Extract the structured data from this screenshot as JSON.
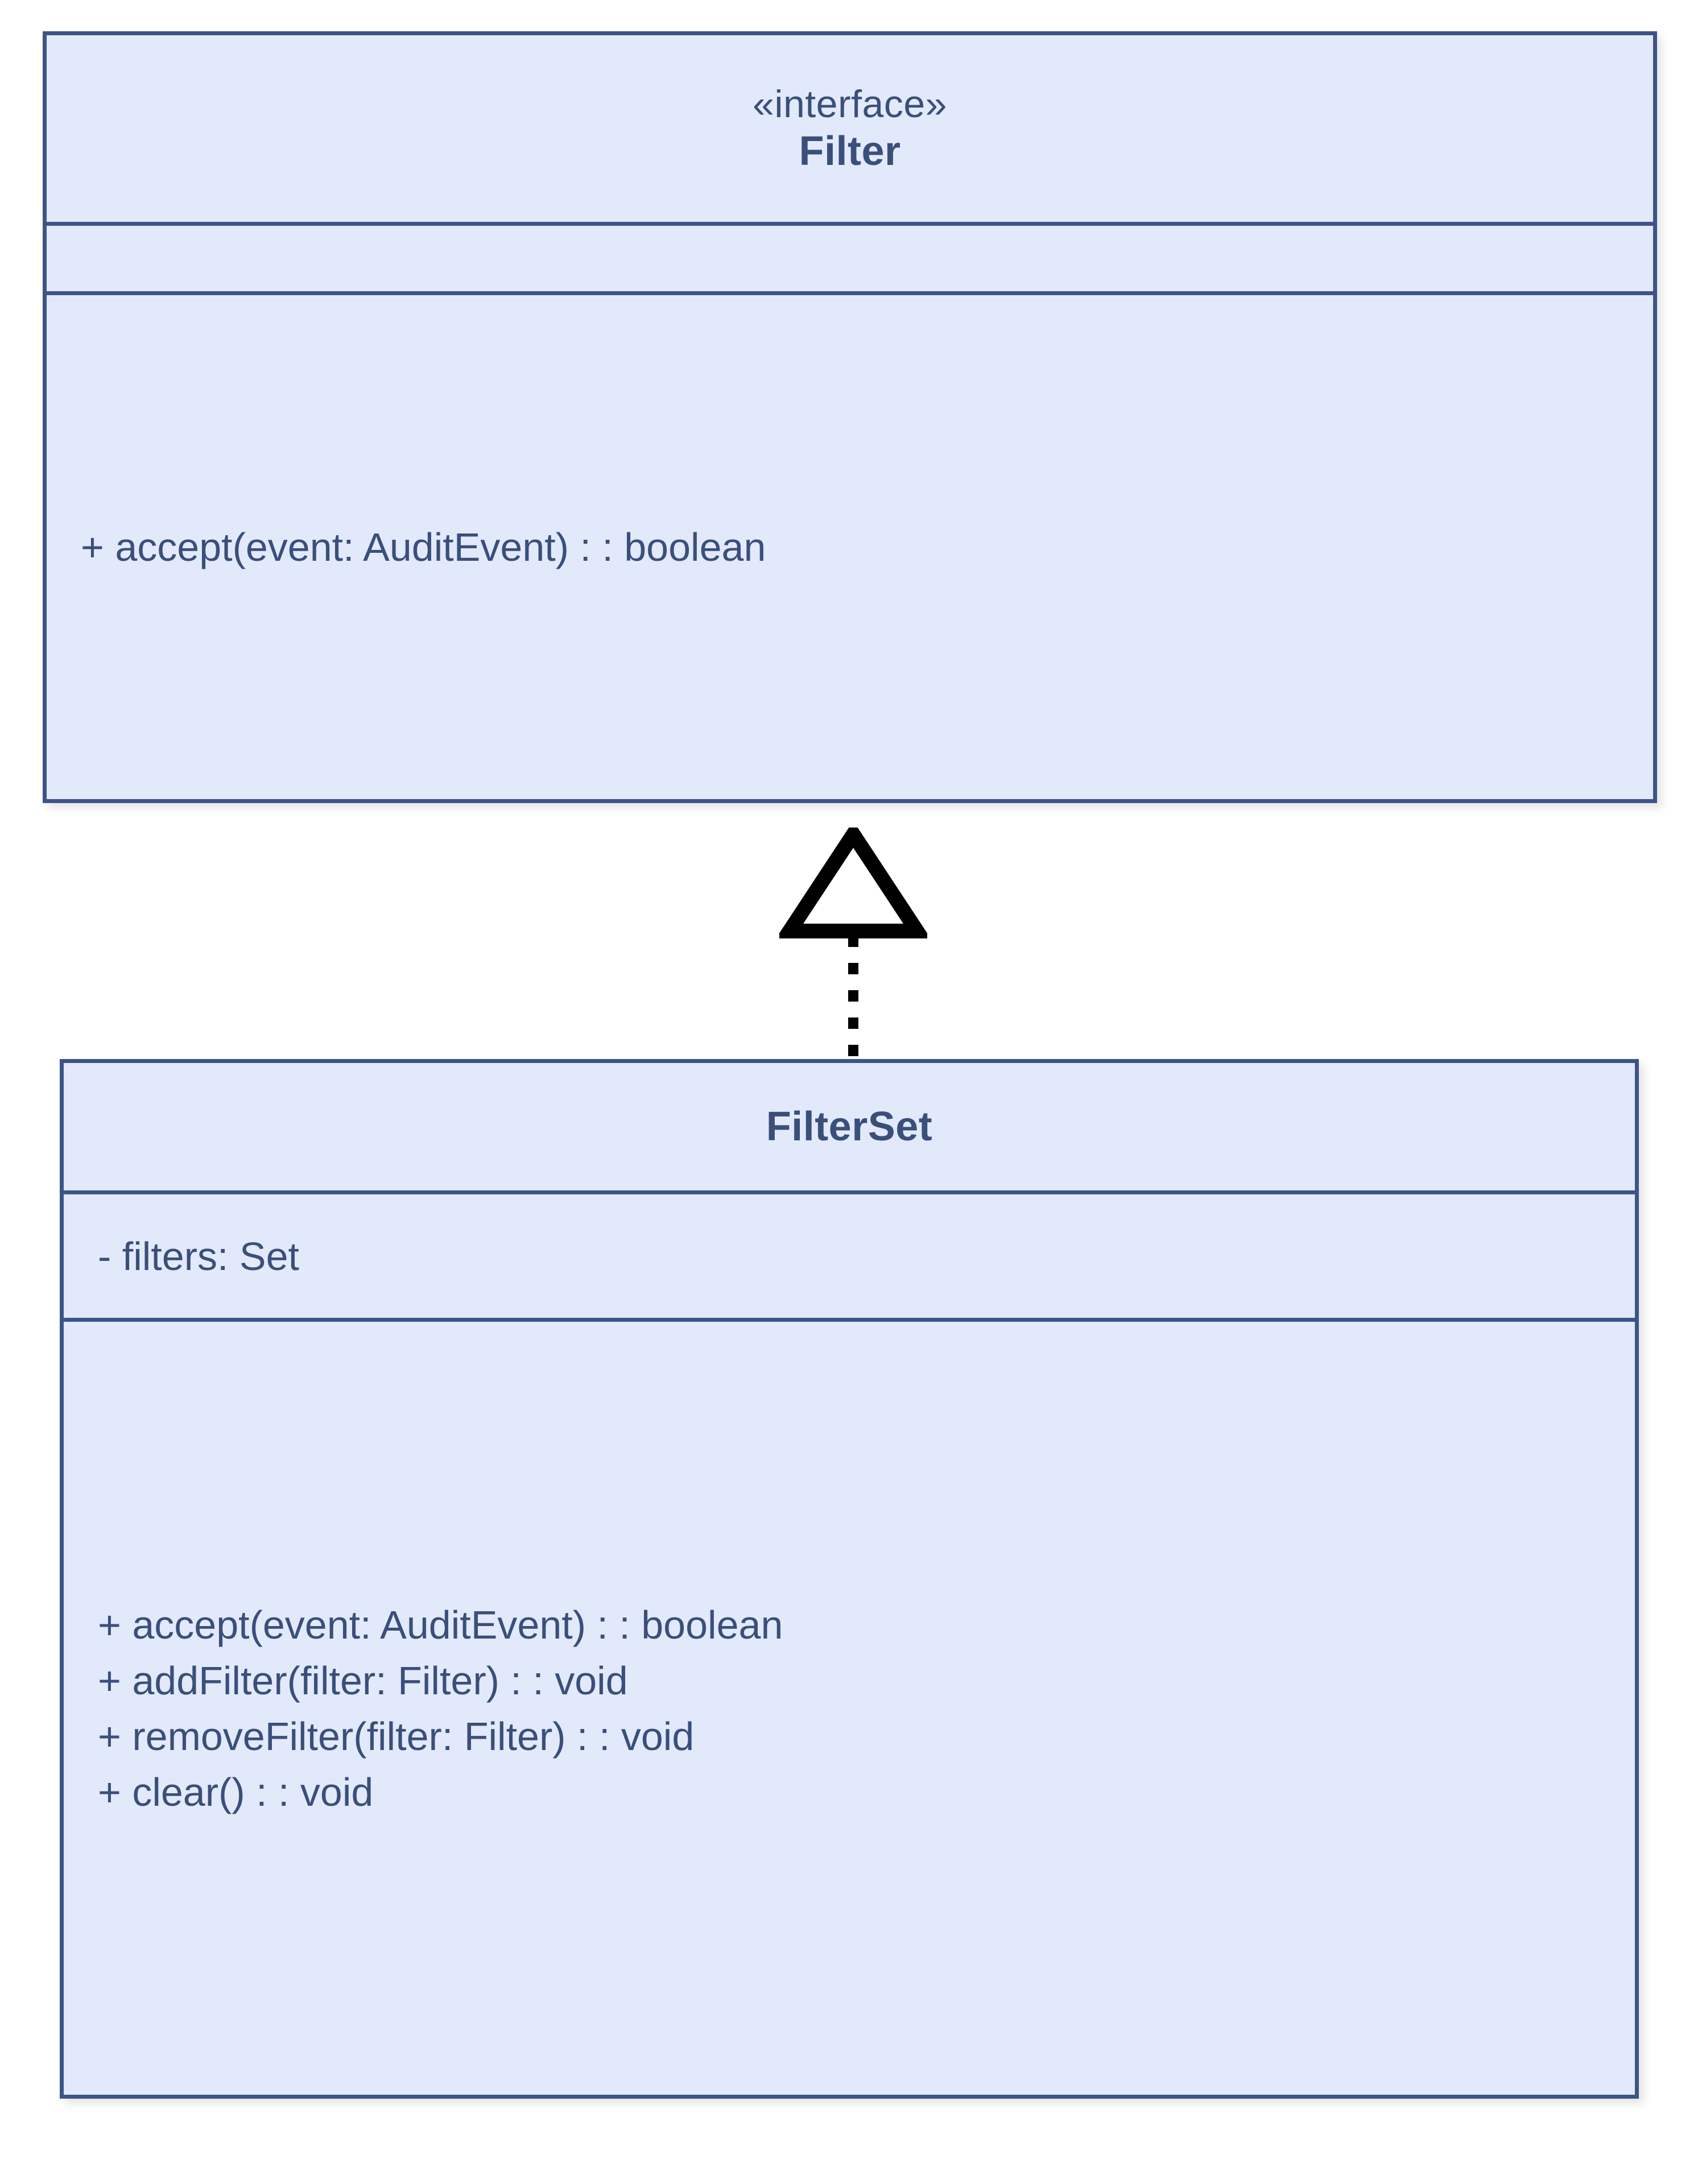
{
  "diagram": {
    "type": "uml-class-diagram",
    "background_color": "#ffffff",
    "box_fill_color": "#e2e9fa",
    "box_border_color": "#3d5488",
    "text_color": "#3a4f7a",
    "connector_color": "#000000"
  },
  "classes": [
    {
      "id": "filter",
      "stereotype": "«interface»",
      "name": "Filter",
      "attributes": [],
      "methods": [
        "+ accept(event: AuditEvent) : : boolean"
      ]
    },
    {
      "id": "filterset",
      "stereotype": "",
      "name": "FilterSet",
      "attributes": [
        "- filters: Set"
      ],
      "methods": [
        "+ accept(event: AuditEvent) : : boolean",
        "+ addFilter(filter: Filter) : : void",
        "+ removeFilter(filter: Filter) : : void",
        "+ clear() : : void"
      ]
    }
  ],
  "relationships": [
    {
      "id": "filterset-realizes-filter",
      "kind": "realization",
      "source": "FilterSet",
      "target": "Filter",
      "line_style": "dotted",
      "arrowhead": "hollow-triangle"
    }
  ]
}
